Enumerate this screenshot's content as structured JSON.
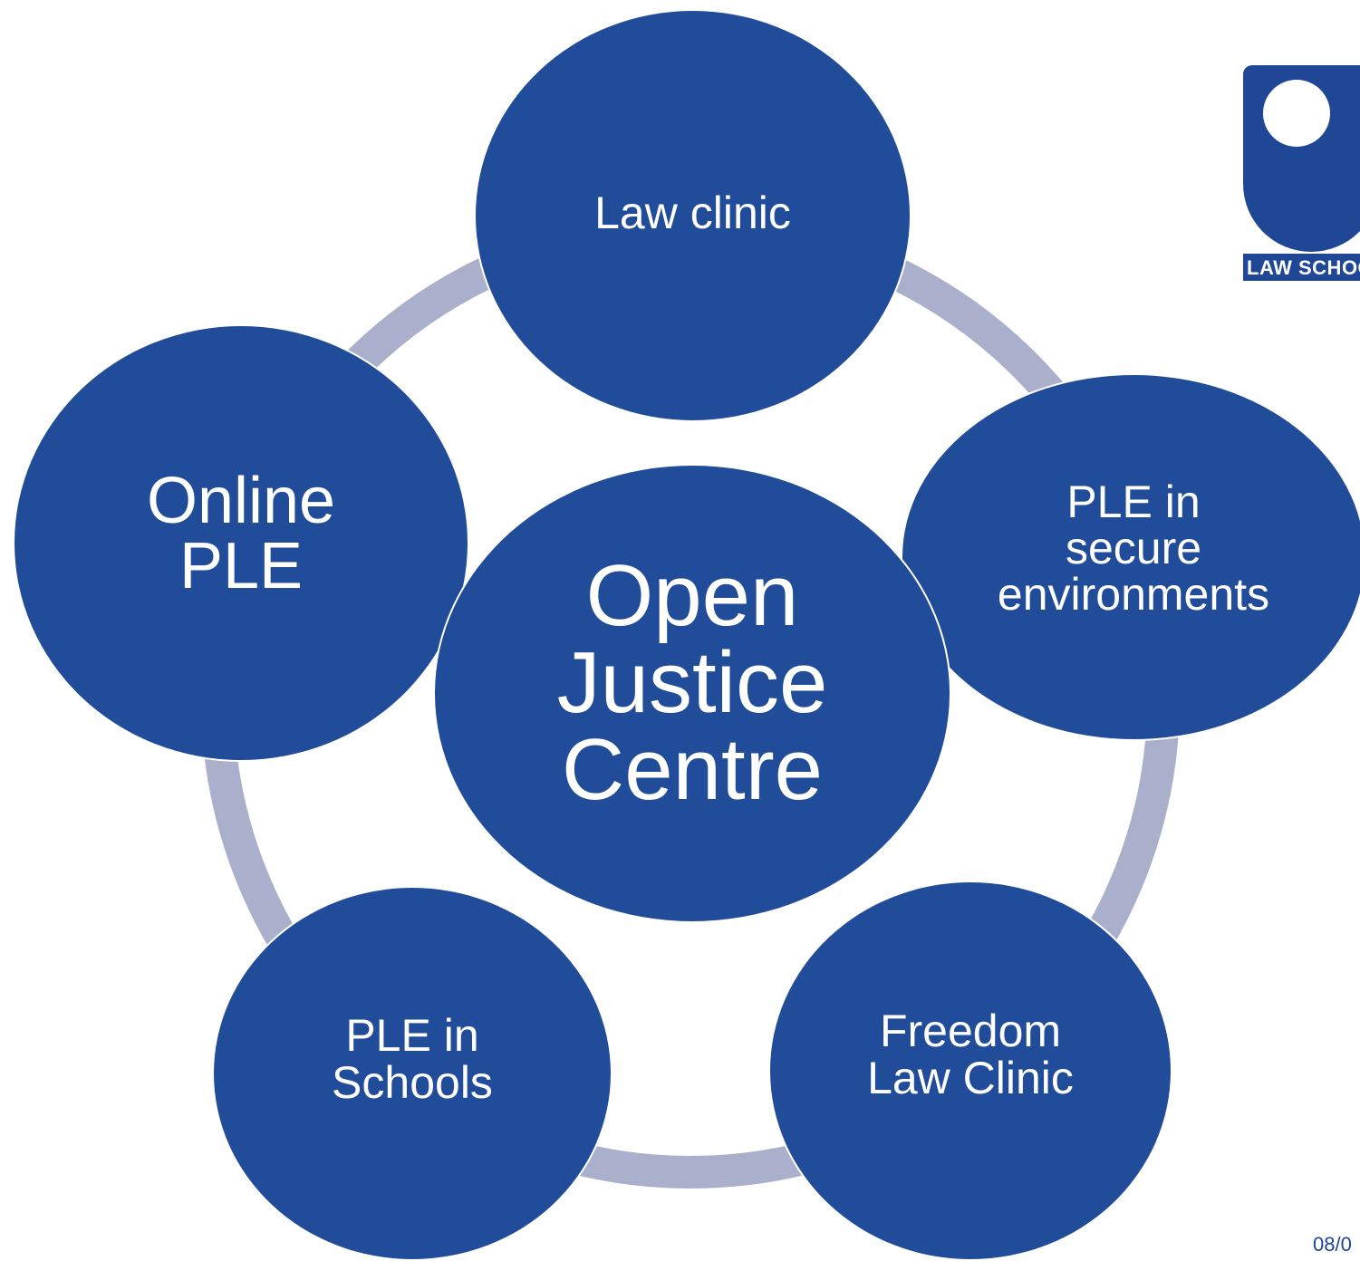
{
  "diagram": {
    "center": {
      "label": "Open\nJustice\nCentre"
    },
    "nodes": [
      {
        "id": "law-clinic",
        "label": "Law clinic"
      },
      {
        "id": "secure",
        "label": "PLE in\nsecure\nenvironments"
      },
      {
        "id": "freedom",
        "label": "Freedom\nLaw Clinic"
      },
      {
        "id": "schools",
        "label": "PLE in\nSchools"
      },
      {
        "id": "online-ple",
        "label": "Online\nPLE"
      }
    ],
    "colors": {
      "node_fill": "#204c9a",
      "ring": "#aab0cc",
      "text": "#ffffff"
    }
  },
  "logo": {
    "text": "LAW SCHOOL",
    "icon": "open-university-shield-icon"
  },
  "footer": {
    "date": "08/0"
  }
}
